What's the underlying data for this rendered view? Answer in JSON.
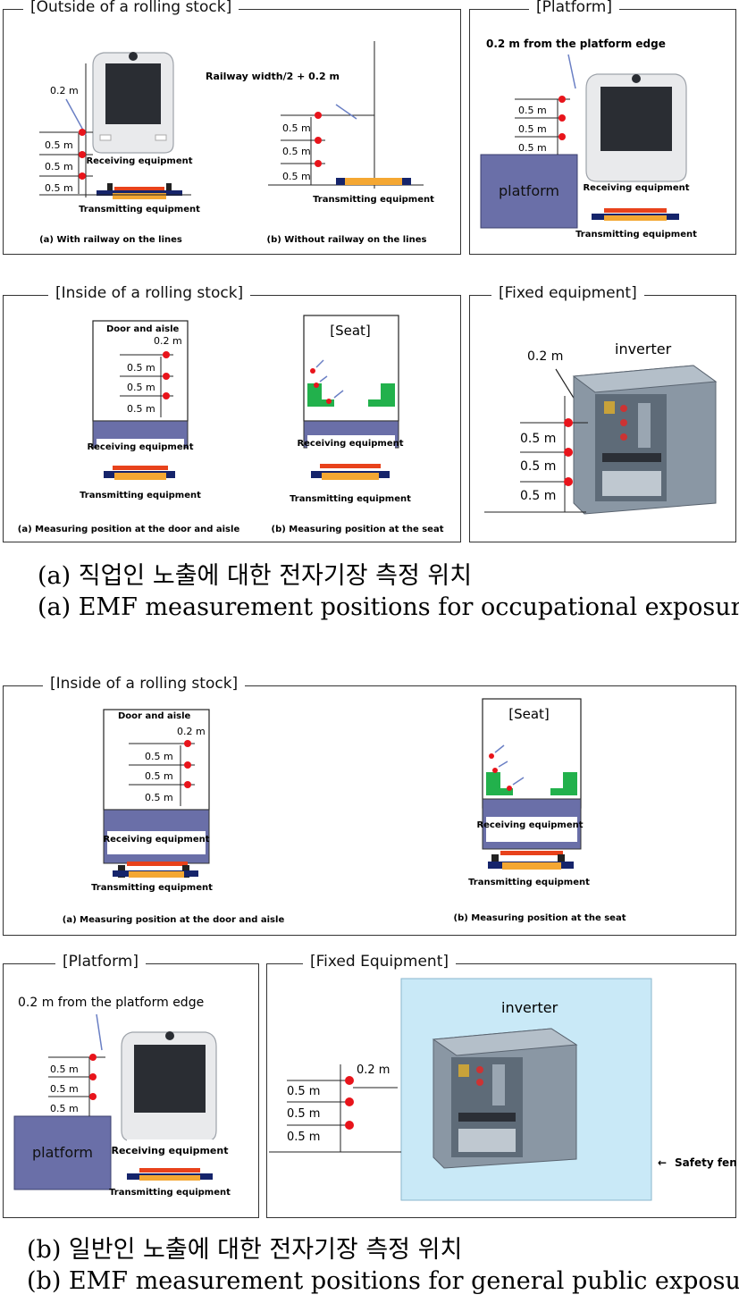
{
  "figure_a": {
    "outside": {
      "title": "[Outside of a rolling stock]",
      "dist_label": "0.2 m",
      "railway_width_label": "Railway width/2 + 0.2 m",
      "step_labels": [
        "0.5 m",
        "0.5 m",
        "0.5 m"
      ],
      "receiving": "Receiving equipment",
      "transmitting": "Transmitting equipment",
      "sub_a": "(a) With railway on the lines",
      "sub_b": "(b) Without railway on the lines"
    },
    "platform": {
      "title": "[Platform]",
      "edge_label": "0.2 m from the platform edge",
      "platform_label": "platform",
      "step_labels": [
        "0.5 m",
        "0.5 m",
        "0.5 m"
      ],
      "receiving": "Receiving equipment",
      "transmitting": "Transmitting equipment"
    },
    "inside": {
      "title": "[Inside of a rolling stock]",
      "door_label": "Door and aisle",
      "dist_label": "0.2 m",
      "step_labels": [
        "0.5 m",
        "0.5 m",
        "0.5 m"
      ],
      "seat_label": "[Seat]",
      "receiving": "Receiving equipment",
      "transmitting": "Transmitting equipment",
      "sub_a": "(a) Measuring position at the door and aisle",
      "sub_b": "(b) Measuring position at the seat"
    },
    "fixed": {
      "title": "[Fixed equipment]",
      "device_label": "inverter",
      "dist_label": "0.2 m",
      "step_labels": [
        "0.5 m",
        "0.5 m",
        "0.5 m"
      ]
    },
    "caption_ko": "(a) 직업인 노출에 대한 전자기장 측정 위치",
    "caption_en": "(a) EMF measurement positions for occupational exposure"
  },
  "figure_b": {
    "inside": {
      "title": "[Inside of a rolling stock]",
      "door_label": "Door and aisle",
      "dist_label": "0.2 m",
      "step_labels": [
        "0.5 m",
        "0.5 m",
        "0.5 m"
      ],
      "seat_label": "[Seat]",
      "receiving": "Receiving equipment",
      "transmitting": "Transmitting equipment",
      "sub_a": "(a) Measuring position at the door and aisle",
      "sub_b": "(b) Measuring position at the seat"
    },
    "platform": {
      "title": "[Platform]",
      "edge_label": "0.2 m from the platform edge",
      "platform_label": "platform",
      "step_labels": [
        "0.5 m",
        "0.5 m",
        "0.5 m"
      ],
      "receiving": "Receiving equipment",
      "transmitting": "Transmitting equipment"
    },
    "fixed": {
      "title": "[Fixed Equipment]",
      "device_label": "inverter",
      "dist_label": "0.2 m",
      "step_labels": [
        "0.5 m",
        "0.5 m",
        "0.5 m"
      ],
      "fence_label": "Safety fence"
    },
    "caption_ko": "(b) 일반인 노출에 대한 전자기장 측정 위치",
    "caption_en": "(b) EMF measurement positions for general public exposure"
  },
  "colors": {
    "point": "#e8141b",
    "arrow": "#6a7fc4",
    "body": "#6a6fa8",
    "rail_orange": "#f4a732",
    "rail_red": "#e8421b",
    "rail_navy": "#15246b",
    "seat_green": "#22b14c",
    "fence_blue": "#c9e9f7",
    "cabinet": "#7e8c99"
  }
}
